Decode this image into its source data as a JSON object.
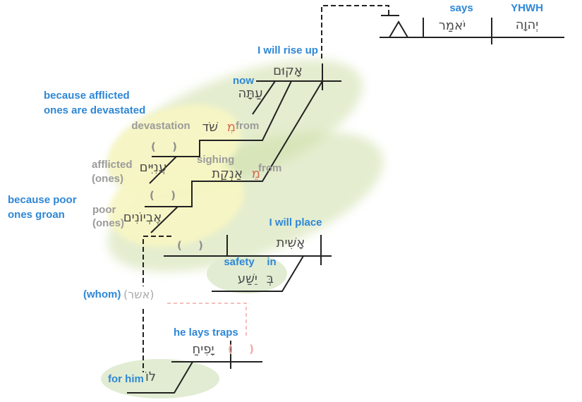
{
  "colors": {
    "label_blue": "#2e87d6",
    "label_gray": "#9b9b9b",
    "hebrew_text": "#4a4a4a",
    "prep_red": "#d56a51",
    "coref_pink": "#f2aaa5",
    "highlight_yellow": "#f6f5c3",
    "highlight_green": "#dfe9c6",
    "line_black": "#222222"
  },
  "main_clause": {
    "subject_label": "YHWH",
    "subject_hebrew": "יְהוָה",
    "verb_label": "says",
    "verb_hebrew": "יֹאמַר"
  },
  "rise_clause": {
    "verb_label": "I will rise up",
    "verb_hebrew": "אָקוּם",
    "adverb_label": "now",
    "adverb_hebrew": "עַתָּה"
  },
  "pp_devastation": {
    "cause_line1": "because afflicted",
    "cause_line2": "ones are devastated",
    "prep_label": "from",
    "prep_hebrew": "מִ",
    "noun_label": "devastation",
    "noun_hebrew": "שֹׁד",
    "empty_slot": "( )",
    "genitive_hebrew": "עֲנִיִּים",
    "genitive_label": "afflicted",
    "genitive_label2": "(ones)"
  },
  "pp_sighing": {
    "cause_line1": "because poor",
    "cause_line2": "ones groan",
    "prep_label": "from",
    "prep_hebrew": "מֵ",
    "noun_label": "sighing",
    "noun_hebrew": "אַנְקַת",
    "empty_slot": "( )",
    "genitive_hebrew": "אֶבְיוֹנִים",
    "genitive_label": "poor",
    "genitive_label2": "(ones)"
  },
  "place_clause": {
    "verb_label": "I will place",
    "verb_hebrew": "אָשִׁית",
    "empty_slot": "( )",
    "pp_noun_label": "safety",
    "pp_prep_label": "in",
    "pp_prep_hebrew": "בְּ",
    "pp_noun_hebrew": "יֵשַׁע"
  },
  "relative": {
    "pronoun_label": "(whom)",
    "pronoun_hebrew": "(אשר)"
  },
  "traps_clause": {
    "verb_label": "he lays traps",
    "verb_hebrew": "יָפִיחַ",
    "empty_slot": "( )",
    "pp_label": "for him",
    "pp_hebrew": "לוֹ"
  }
}
